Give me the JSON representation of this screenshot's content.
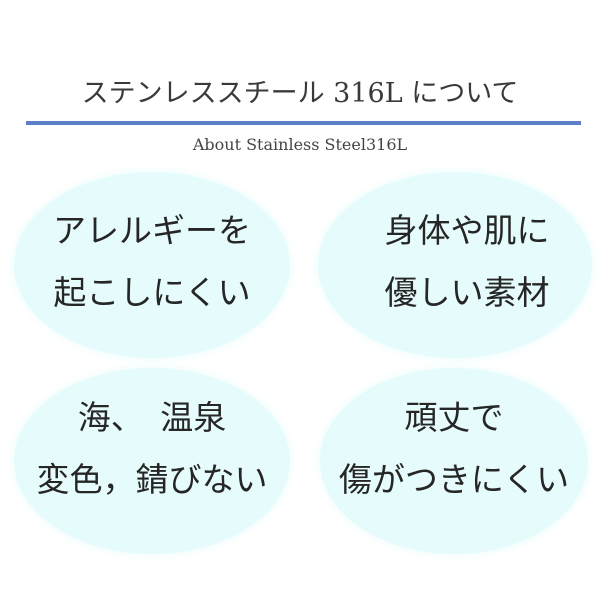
{
  "header": {
    "title": "ステンレススチール 316L について",
    "subtitle": "About Stainless Steel316L",
    "rule_color": "#5b7fc4"
  },
  "features": [
    {
      "lines": [
        "アレルギーを",
        "起こしにくい"
      ]
    },
    {
      "lines": [
        "身体や肌に",
        "優しい素材"
      ]
    },
    {
      "lines": [
        "海、　温泉",
        "変色，錆びない"
      ]
    },
    {
      "lines": [
        "頑丈で",
        "傷がつきにくい"
      ]
    }
  ],
  "colors": {
    "bubble_fill": "#e6fcfc",
    "text": "#262626",
    "background": "#ffffff"
  }
}
